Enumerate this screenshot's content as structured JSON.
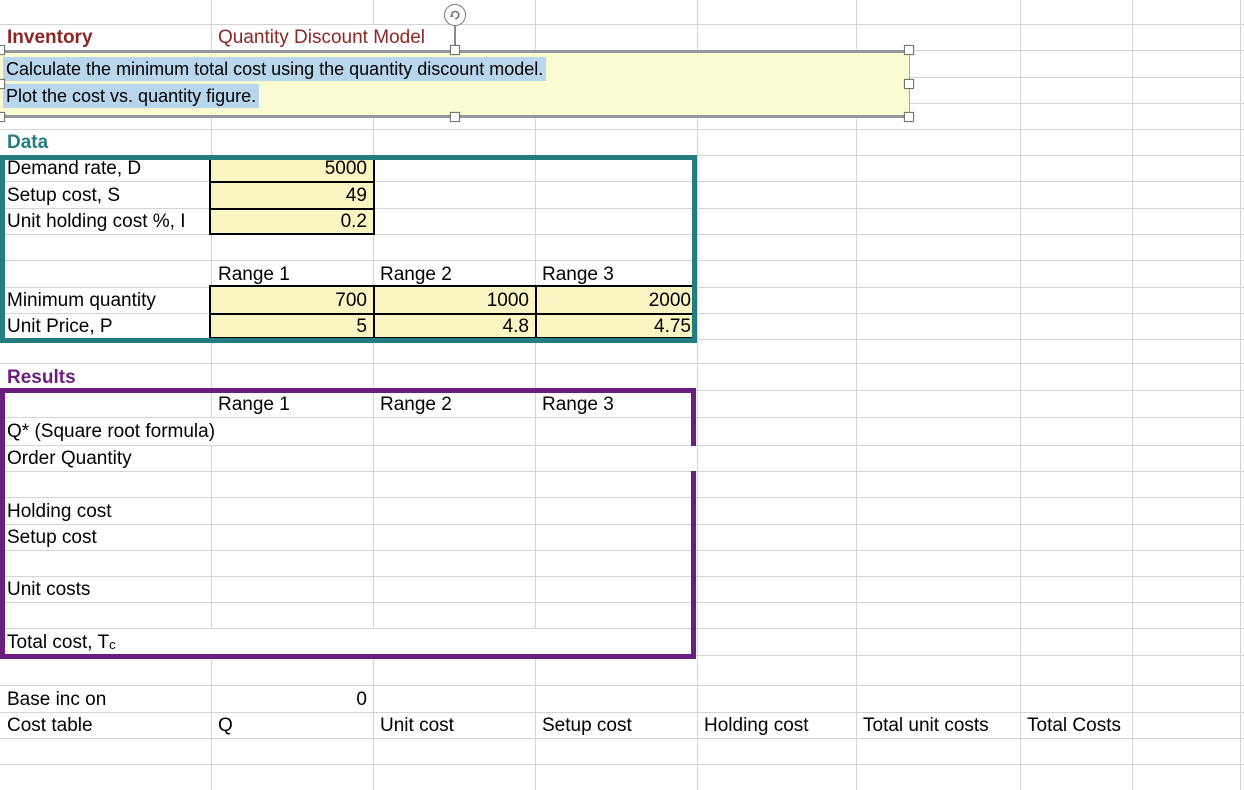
{
  "app": {
    "name": "spreadsheet-worksheet",
    "sheet_title": "Quantity Discount Model",
    "colors": {
      "heading_dark_red": "#8C2727",
      "data_teal": "#257D81",
      "results_purple": "#6B1E7F",
      "input_cell_yellow": "#FAF6C3",
      "textbox_cream": "#FBFBD2",
      "selection_highlight_blue": "#B8D6EC",
      "gridline_gray": "#D4D4D4"
    }
  },
  "textbox": {
    "line1": "Calculate the minimum total cost using the quantity discount model.",
    "line2": "Plot the cost vs. quantity figure.",
    "selected": true
  },
  "sheet": {
    "cells": [
      {
        "n": "cell-inventory-title",
        "r": 2,
        "c": 1,
        "t": "Inventory",
        "b": 1,
        "color": "#8C2727"
      },
      {
        "n": "cell-sheet-subtitle",
        "r": 2,
        "c": 2,
        "cs": 2,
        "t": "Quantity Discount Model",
        "color": "#8C2727",
        "bg": "#FFFFFF"
      },
      {
        "n": "cell-data-heading",
        "r": 6,
        "c": 1,
        "t": "Data",
        "b": 1,
        "color": "#257D81"
      },
      {
        "n": "cell-demand-rate-label",
        "r": 7,
        "c": 1,
        "t": "Demand rate, D"
      },
      {
        "n": "cell-demand-rate-value",
        "r": 7,
        "c": 2,
        "t": "5000",
        "a": "r"
      },
      {
        "n": "cell-setup-cost-label",
        "r": 8,
        "c": 1,
        "t": "Setup cost, S"
      },
      {
        "n": "cell-setup-cost-value",
        "r": 8,
        "c": 2,
        "t": "49",
        "a": "r"
      },
      {
        "n": "cell-holding-pct-label",
        "r": 9,
        "c": 1,
        "t": "Unit holding cost %, I"
      },
      {
        "n": "cell-holding-pct-value",
        "r": 9,
        "c": 2,
        "t": "0.2",
        "a": "r"
      },
      {
        "n": "cell-data-range1-header",
        "r": 11,
        "c": 2,
        "t": "Range 1"
      },
      {
        "n": "cell-data-range2-header",
        "r": 11,
        "c": 3,
        "t": "Range 2"
      },
      {
        "n": "cell-data-range3-header",
        "r": 11,
        "c": 4,
        "t": "Range 3"
      },
      {
        "n": "cell-min-qty-label",
        "r": 12,
        "c": 1,
        "t": "Minimum quantity"
      },
      {
        "n": "cell-min-qty-range1",
        "r": 12,
        "c": 2,
        "t": "700",
        "a": "r"
      },
      {
        "n": "cell-min-qty-range2",
        "r": 12,
        "c": 3,
        "t": "1000",
        "a": "r"
      },
      {
        "n": "cell-min-qty-range3",
        "r": 12,
        "c": 4,
        "t": "2000",
        "a": "r"
      },
      {
        "n": "cell-unit-price-label",
        "r": 13,
        "c": 1,
        "t": "Unit Price, P"
      },
      {
        "n": "cell-unit-price-range1",
        "r": 13,
        "c": 2,
        "t": "5",
        "a": "r"
      },
      {
        "n": "cell-unit-price-range2",
        "r": 13,
        "c": 3,
        "t": "4.8",
        "a": "r"
      },
      {
        "n": "cell-unit-price-range3",
        "r": 13,
        "c": 4,
        "t": "4.75",
        "a": "r"
      },
      {
        "n": "cell-results-heading",
        "r": 15,
        "c": 1,
        "t": "Results",
        "b": 1,
        "color": "#6B1E7F"
      },
      {
        "n": "cell-results-range1-header",
        "r": 16,
        "c": 2,
        "t": "Range 1"
      },
      {
        "n": "cell-results-range2-header",
        "r": 16,
        "c": 3,
        "t": "Range 2"
      },
      {
        "n": "cell-results-range3-header",
        "r": 16,
        "c": 4,
        "t": "Range 3"
      },
      {
        "n": "cell-qstar-label",
        "r": 17,
        "c": 1,
        "cs": 2,
        "t": "Q* (Square root formula)",
        "bg": "#FFFFFF"
      },
      {
        "n": "cell-order-quantity-label",
        "r": 18,
        "c": 1,
        "t": "Order Quantity"
      },
      {
        "n": "cell-holding-cost-label",
        "r": 20,
        "c": 1,
        "t": "Holding cost"
      },
      {
        "n": "cell-setup-cost-row-label",
        "r": 21,
        "c": 1,
        "t": "Setup cost"
      },
      {
        "n": "cell-unit-costs-label",
        "r": 23,
        "c": 1,
        "t": "Unit costs"
      },
      {
        "n": "cell-total-cost-label",
        "r": 25,
        "c": 1,
        "cs": 4,
        "t": "Total cost, T",
        "sub": "c",
        "bg": "#FFFFFF"
      },
      {
        "n": "cell-base-inc-label",
        "r": 27,
        "c": 1,
        "t": "Base inc on"
      },
      {
        "n": "cell-base-inc-value",
        "r": 27,
        "c": 2,
        "t": "0",
        "a": "r"
      },
      {
        "n": "cell-cost-table-label",
        "r": 28,
        "c": 1,
        "t": "Cost table"
      },
      {
        "n": "cell-cost-table-q-header",
        "r": 28,
        "c": 2,
        "t": "Q"
      },
      {
        "n": "cell-cost-table-unit-cost-header",
        "r": 28,
        "c": 3,
        "t": "Unit cost"
      },
      {
        "n": "cell-cost-table-setup-cost-header",
        "r": 28,
        "c": 4,
        "t": "Setup cost"
      },
      {
        "n": "cell-cost-table-holding-cost-header",
        "r": 28,
        "c": 5,
        "t": "Holding cost"
      },
      {
        "n": "cell-cost-table-total-unit-costs-header",
        "r": 28,
        "c": 6,
        "t": "Total unit costs"
      },
      {
        "n": "cell-cost-table-total-costs-header",
        "r": 28,
        "c": 7,
        "t": "Total Costs"
      }
    ]
  }
}
